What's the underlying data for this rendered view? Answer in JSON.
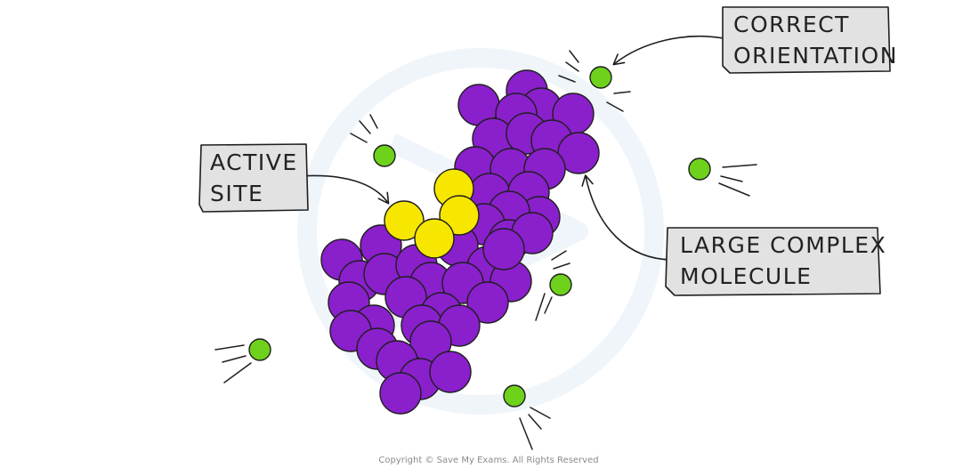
{
  "labels": {
    "correct_orientation_line1": "CORRECT",
    "correct_orientation_line2": "ORIENTATION",
    "active_site_line1": "ACTIVE",
    "active_site_line2": "SITE",
    "large_complex_line1": "LARGE COMPLEX",
    "large_complex_line2": "MOLECULE"
  },
  "footer": {
    "copyright": "Copyright © Save My Exams. All Rights Reserved"
  },
  "colors": {
    "purple": "#8a1fcc",
    "yellow": "#f7e600",
    "green": "#6ed11c",
    "tag_fill": "#e2e2e2",
    "outline": "#1f1f1f",
    "watermark": "#eef4fa"
  },
  "icons": {
    "watermark": "save-my-exams-logo-watermark"
  }
}
